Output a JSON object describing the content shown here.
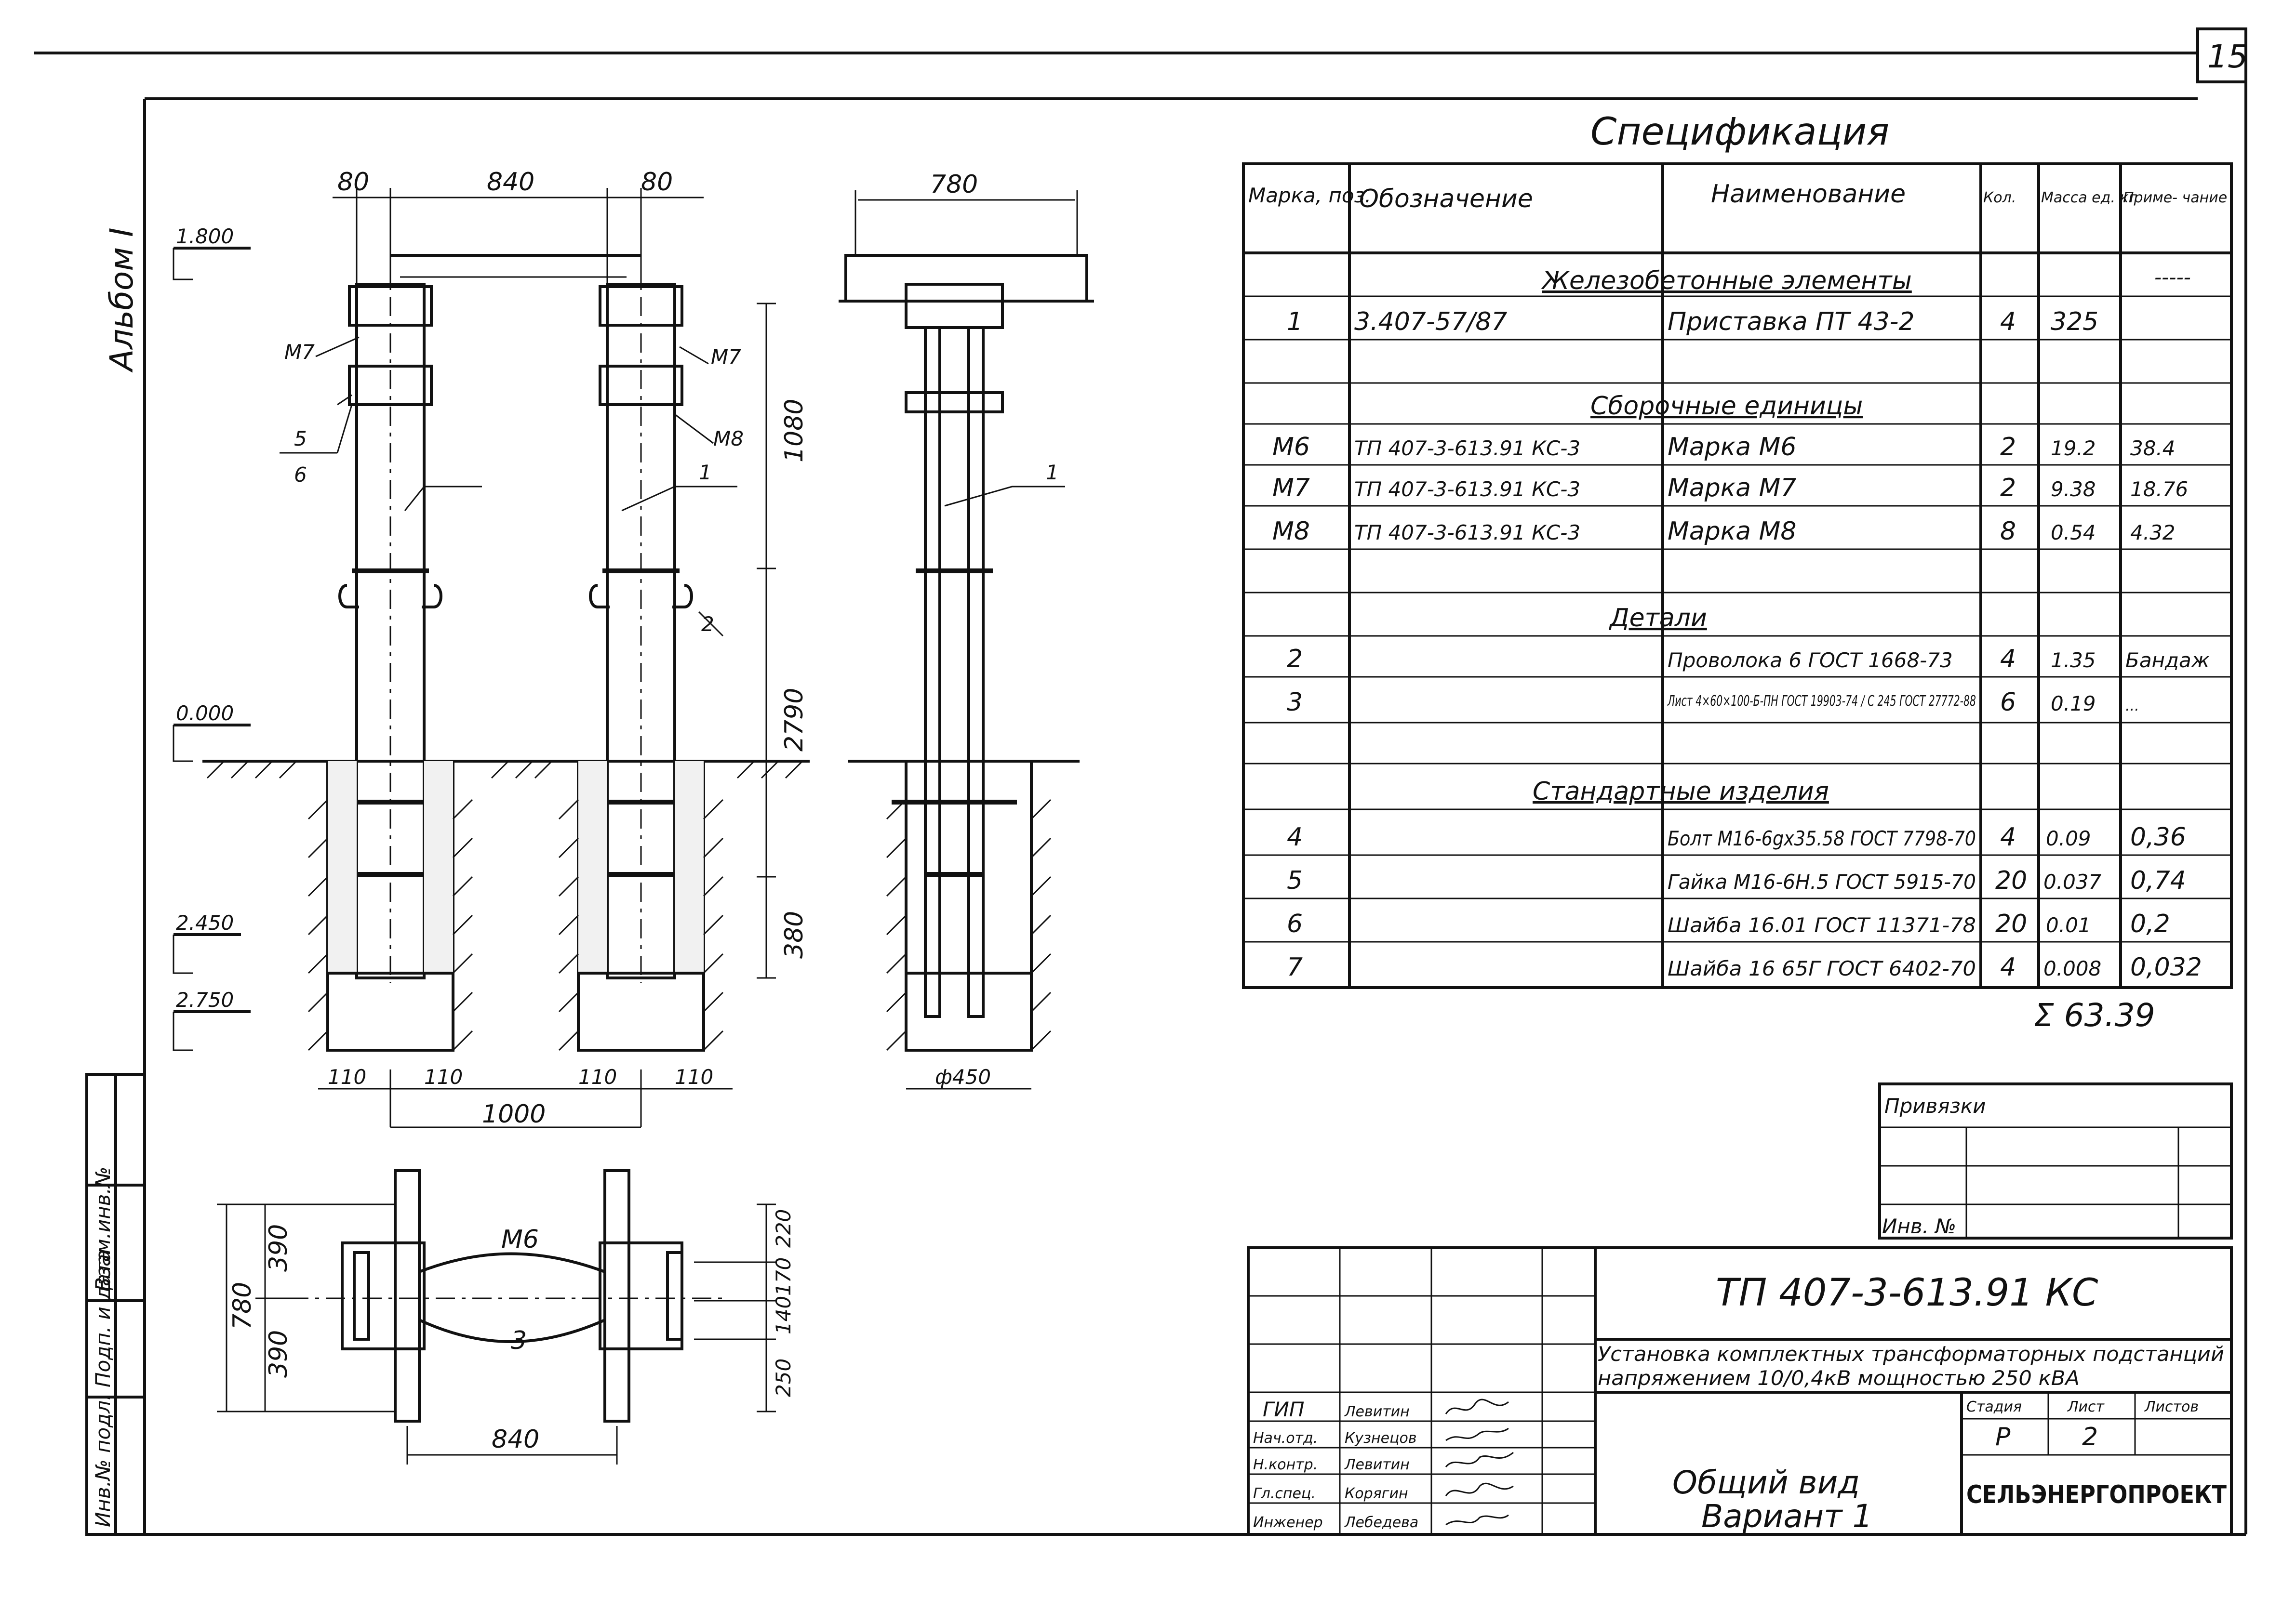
{
  "page_number": "15",
  "album_label": "Альбом I",
  "side_stamp": [
    "Инв.№ подл.",
    "Подп. и дата",
    "Взам.инв.№"
  ],
  "elevation": {
    "top_dims": [
      "80",
      "840",
      "80"
    ],
    "side_top_dim": "780",
    "levels": [
      "1.800",
      "0.000",
      "2.450",
      "2.750"
    ],
    "vdims": [
      "1080",
      "2790",
      "380"
    ],
    "bottom_dims": [
      "110",
      "110",
      "110",
      "110"
    ],
    "span_dim": "1000",
    "side_bottom_dim": "ф450",
    "callouts": {
      "m7_left": "M7",
      "m7_right": "M7",
      "m8": "M8",
      "pos5": "5",
      "pos6": "6",
      "pos1_a": "1",
      "pos1_b": "1",
      "pos2": "2"
    }
  },
  "plan": {
    "left_dims": [
      "780",
      "390",
      "390"
    ],
    "right_dims": [
      "220",
      "170",
      "140",
      "250"
    ],
    "bottom_dim": "840",
    "callouts": {
      "m6": "M6",
      "pos3": "3"
    }
  },
  "spec": {
    "title": "Спецификация",
    "headers": {
      "mark": "Марка, поз.",
      "designation": "Обозначение",
      "name": "Наименование",
      "qty": "Кол.",
      "mass": "Масса ед. кг",
      "note": "Приме- чание"
    },
    "rows": [
      {
        "mark": "",
        "designation": "",
        "name": "",
        "qty": "",
        "mass": "",
        "note": "-----",
        "section": "Железобетонные элементы"
      },
      {
        "mark": "1",
        "designation": "3.407-57/87",
        "name": "Приставка ПТ 43-2",
        "qty": "4",
        "mass": "325",
        "note": ""
      },
      {
        "mark": "",
        "designation": "",
        "name": "",
        "qty": "",
        "mass": "",
        "note": ""
      },
      {
        "mark": "",
        "designation": "",
        "name": "",
        "qty": "",
        "mass": "",
        "note": "",
        "section": "Сборочные единицы"
      },
      {
        "mark": "М6",
        "designation": "ТП 407-3-613.91 КС-3",
        "name": "Марка М6",
        "qty": "2",
        "mass": "19.2",
        "note": "38.4"
      },
      {
        "mark": "М7",
        "designation": "ТП 407-3-613.91 КС-3",
        "name": "Марка М7",
        "qty": "2",
        "mass": "9.38",
        "note": "18.76"
      },
      {
        "mark": "М8",
        "designation": "ТП 407-3-613.91 КС-3",
        "name": "Марка М8",
        "qty": "8",
        "mass": "0.54",
        "note": "4.32"
      },
      {
        "mark": "",
        "designation": "",
        "name": "",
        "qty": "",
        "mass": "",
        "note": ""
      },
      {
        "mark": "",
        "designation": "",
        "name": "",
        "qty": "",
        "mass": "",
        "note": "",
        "section": "Детали"
      },
      {
        "mark": "2",
        "designation": "",
        "name": "Проволока 6 ГОСТ 1668-73",
        "qty": "4",
        "mass": "1.35",
        "note": "Бандаж"
      },
      {
        "mark": "3",
        "designation": "",
        "name": "Лист 4×60×100-Б-ПН ГОСТ 19903-74 / С 245 ГОСТ 27772-88",
        "qty": "6",
        "mass": "0.19",
        "note": "..."
      },
      {
        "mark": "",
        "designation": "",
        "name": "",
        "qty": "",
        "mass": "",
        "note": ""
      },
      {
        "mark": "",
        "designation": "",
        "name": "",
        "qty": "",
        "mass": "",
        "note": "",
        "section": "Стандартные изделия"
      },
      {
        "mark": "4",
        "designation": "",
        "name": "Болт М16-6gx35.58 ГОСТ 7798-70",
        "qty": "4",
        "mass": "0.09",
        "note": "0,36"
      },
      {
        "mark": "5",
        "designation": "",
        "name": "Гайка М16-6Н.5 ГОСТ 5915-70",
        "qty": "20",
        "mass": "0.037",
        "note": "0,74"
      },
      {
        "mark": "6",
        "designation": "",
        "name": "Шайба 16.01 ГОСТ 11371-78",
        "qty": "20",
        "mass": "0.01",
        "note": "0,2"
      },
      {
        "mark": "7",
        "designation": "",
        "name": "Шайба 16 65Г ГОСТ 6402-70",
        "qty": "4",
        "mass": "0.008",
        "note": "0,032"
      }
    ],
    "total": "Σ 63.39"
  },
  "privyazki": {
    "title": "Привязки",
    "inv_label": "Инв. №"
  },
  "titleblock": {
    "code": "ТП 407-3-613.91  КС",
    "desc_line1": "Установка комплектных трансформаторных подстанций",
    "desc_line2": "напряжением 10/0,4кВ мощностью  250 кВА",
    "stage_h": "Стадия",
    "sheet_h": "Лист",
    "sheets_h": "Листов",
    "stage": "Р",
    "sheet": "2",
    "sheets": "",
    "roles": [
      "ГИП",
      "Нач.отд.",
      "Н.контр.",
      "Гл.спец.",
      "Инженер"
    ],
    "names": [
      "Левитин",
      "Кузнецов",
      "Левитин",
      "Корягин",
      "Лебедева"
    ],
    "view_title_1": "Общий вид",
    "view_title_2": "Вариант 1",
    "org": "СЕЛЬЭНЕРГОПРОЕКТ"
  }
}
